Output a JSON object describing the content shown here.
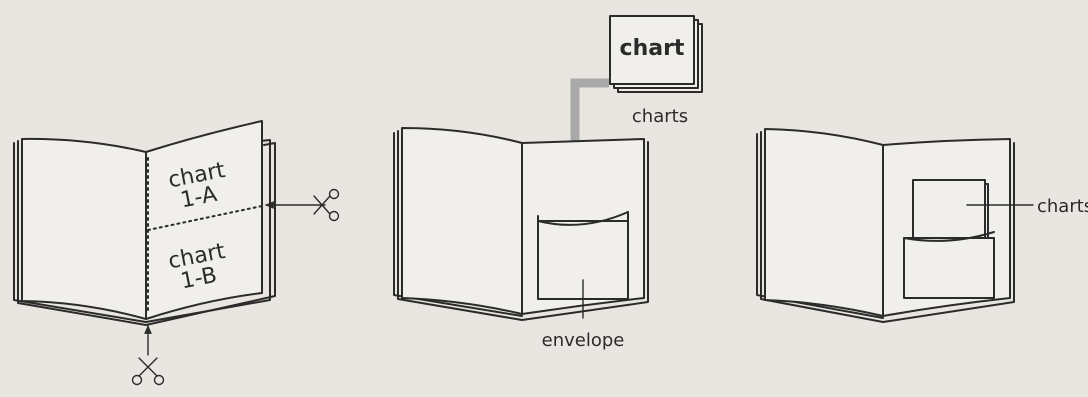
{
  "panel1": {
    "upper_chart_line1": "chart",
    "upper_chart_line2": "1-A",
    "lower_chart_line1": "chart",
    "lower_chart_line2": "1-B",
    "cut_icons": [
      "scissors-icon",
      "scissors-icon"
    ]
  },
  "panel2": {
    "card_label": "chart",
    "stack_caption": "charts",
    "envelope_caption": "envelope",
    "arrow_color": "#a9a9a9"
  },
  "panel3": {
    "charts_caption": "charts"
  }
}
